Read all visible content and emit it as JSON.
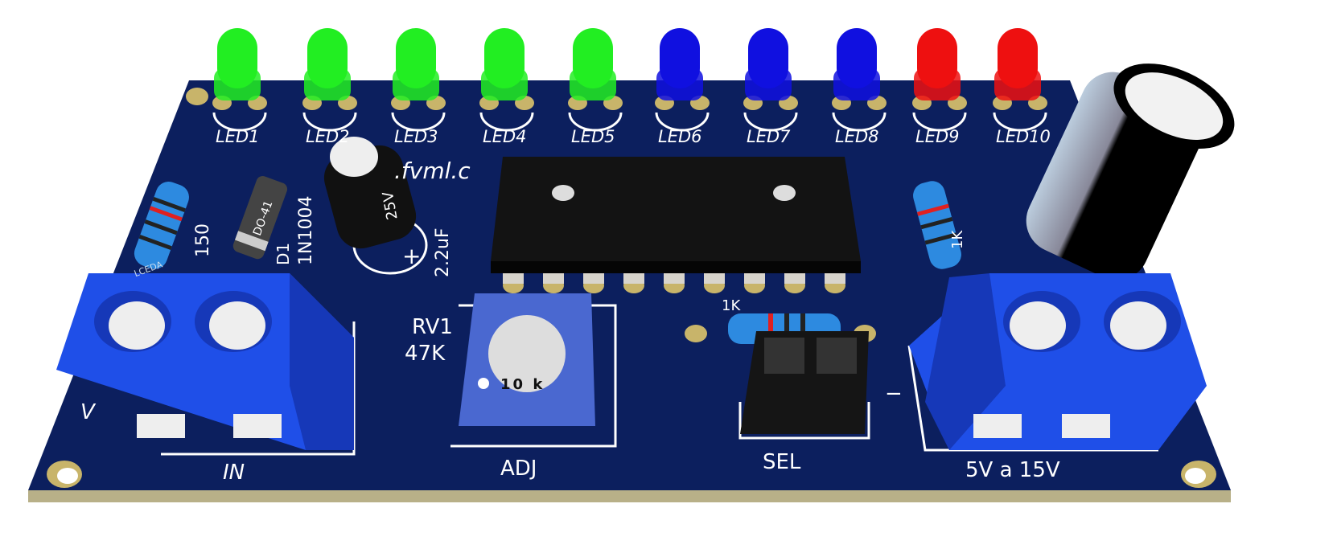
{
  "leds": [
    {
      "label": "LED1",
      "color": "#22ee22"
    },
    {
      "label": "LED2",
      "color": "#22ee22"
    },
    {
      "label": "LED3",
      "color": "#22ee22"
    },
    {
      "label": "LED4",
      "color": "#22ee22"
    },
    {
      "label": "LED5",
      "color": "#22ee22"
    },
    {
      "label": "LED6",
      "color": "#1010e0"
    },
    {
      "label": "LED7",
      "color": "#1010e0"
    },
    {
      "label": "LED8",
      "color": "#1010e0"
    },
    {
      "label": "LED9",
      "color": "#ee1010"
    },
    {
      "label": "LED10",
      "color": "#ee1010"
    }
  ],
  "silkscreen": {
    "url_fragment": ".fvml.c",
    "r1_value": "150",
    "diode_package": "DO-41",
    "diode_ref": "D1",
    "diode_part": "1N1004",
    "cap_voltage": "25V",
    "cap_value": "2.2uF",
    "cap_plus": "+",
    "resistor_brand": "LCEDA",
    "r_right_value": "1K",
    "r_bottom_value": "1K",
    "pot_ref": "RV1",
    "pot_value": "47K",
    "pot_marking": "10 k",
    "in_label": "IN",
    "v_label": "V",
    "adj_label": "ADJ",
    "sel_label": "SEL",
    "minus_label": "−",
    "supply_label": "5V a 15V"
  },
  "colors": {
    "board": "#0c1f5e",
    "terminal": "#1f4fe8",
    "chip": "#111111",
    "pad": "#c8b46a"
  }
}
